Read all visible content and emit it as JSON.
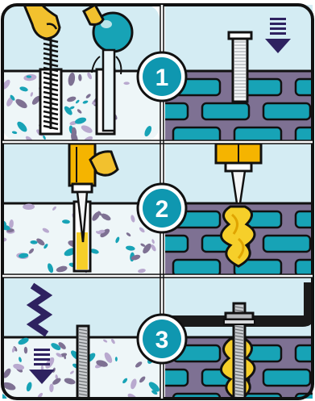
{
  "colors": {
    "sky": "#d4ecf3",
    "concrete": "#eef6f8",
    "outline": "#111111",
    "teal": "#17a3b6",
    "purple_gray": "#7e7193",
    "yellow": "#f5b400",
    "glove_yellow": "#f2c12e",
    "badge": "#0f97b0",
    "resin": "#f6cf2a",
    "resin_dark": "#e0a400",
    "steel": "#c9cccf",
    "black_bracket": "#1a1a1a"
  },
  "steps": [
    {
      "number": "1",
      "left_scene": "brush-and-blowout-pump",
      "right_scene": "mesh-sleeve-inserted-into-brick"
    },
    {
      "number": "2",
      "left_scene": "injecting-resin-into-concrete-hole",
      "right_scene": "injecting-resin-into-sleeve"
    },
    {
      "number": "3",
      "left_scene": "threaded-rod-twisted-into-concrete",
      "right_scene": "rod-and-nut-fixing-bracket-in-brick"
    }
  ],
  "icons": {
    "down_arrow": "down-arrow-icon",
    "twist": "twist-arrow-icon"
  }
}
